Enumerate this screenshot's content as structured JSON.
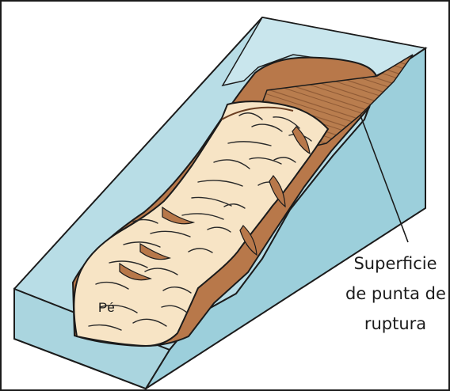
{
  "diagram": {
    "label_lines": [
      "Superficie",
      "de punta de",
      "ruptura"
    ],
    "toe_label": "Pé",
    "colors": {
      "slope_face": "#b8dde6",
      "slope_top": "#cfe8ee",
      "side_face": "#9ccfdb",
      "scarp": "#b8784a",
      "slide_mass": "#f7e4c5",
      "outline": "#1b1b1b"
    }
  }
}
